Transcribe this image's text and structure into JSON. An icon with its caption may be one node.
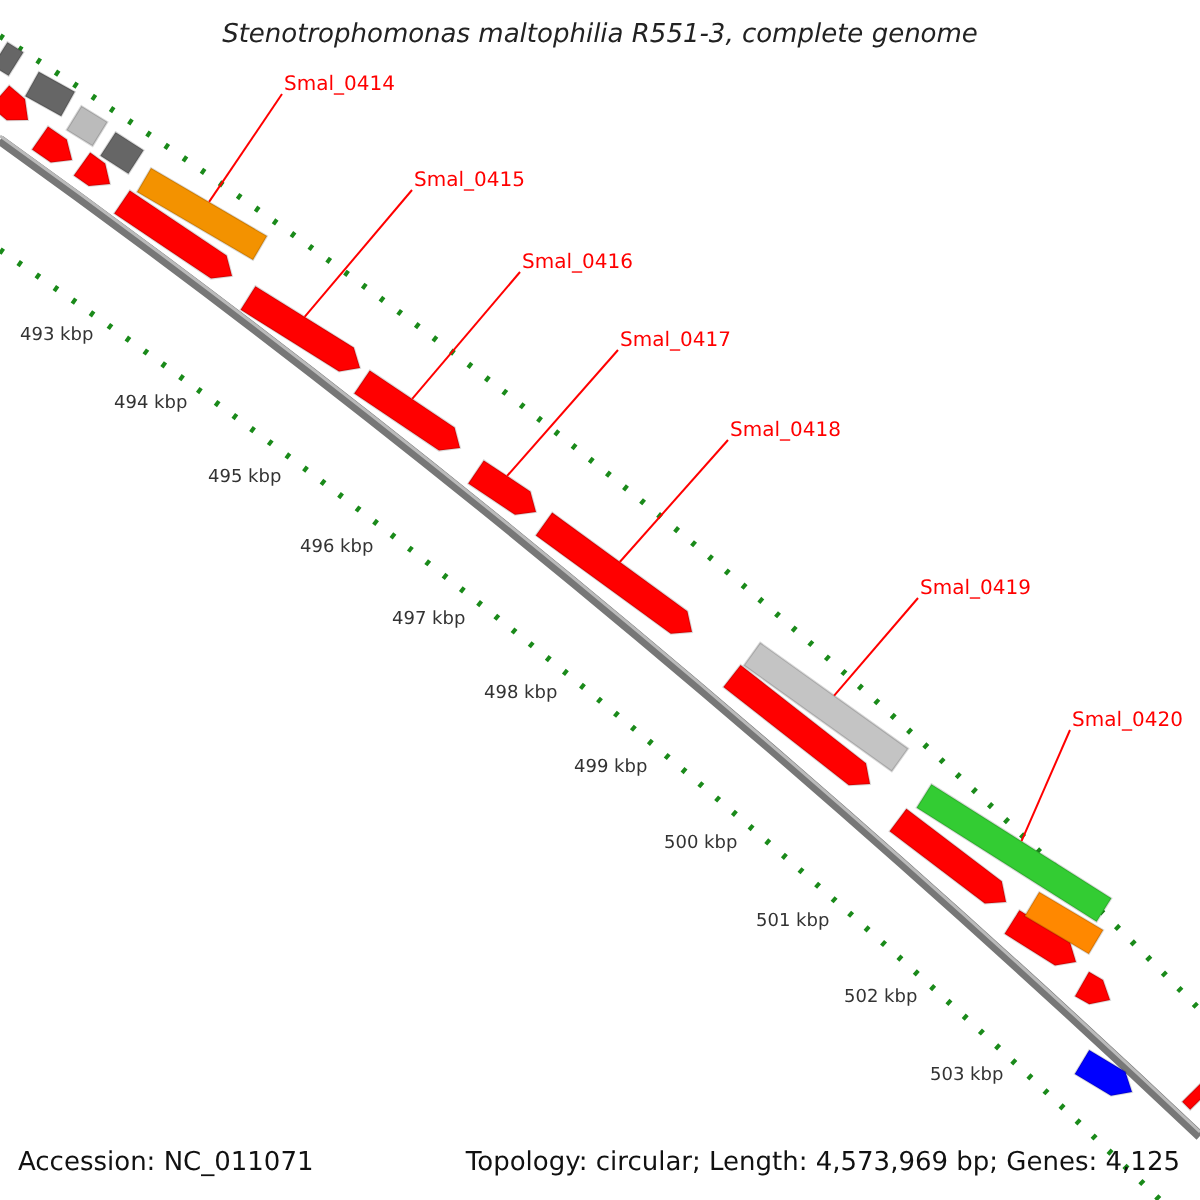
{
  "diagram": {
    "title": "Stenotrophomonas maltophilia R551-3, complete genome",
    "nodes": [
      {
        "text": [
          "Smal_0414"
        ]
      },
      {
        "text": [
          "Smal_0415"
        ]
      },
      {
        "text": [
          "Smal_0416"
        ]
      },
      {
        "text": [
          "Smal_0417"
        ]
      },
      {
        "text": [
          "Smal_0418"
        ]
      },
      {
        "text": [
          "Smal_0419"
        ]
      },
      {
        "text": [
          "Smal_0420"
        ]
      },
      {
        "text": [],
        "shape": "bar"
      },
      {
        "text": [],
        "shape": "bar"
      },
      {
        "text": [],
        "shape": "bar"
      },
      {
        "text": [],
        "shape": "bar"
      },
      {
        "text": [],
        "shape": "bar"
      },
      {
        "text": [],
        "shape": "bar"
      },
      {
        "text": [],
        "shape": "bar"
      },
      {
        "text": [],
        "shape": "bar"
      },
      {
        "text": [],
        "shape": "bar"
      },
      {
        "text": [],
        "shape": "bar"
      },
      {
        "text": [],
        "shape": "bar"
      },
      {
        "text": [],
        "shape": "bar"
      },
      {
        "text": [],
        "shape": "bar"
      },
      {
        "text": [],
        "shape": "bar"
      },
      {
        "text": [],
        "shape": "bar"
      },
      {
        "text": [],
        "shape": "bar"
      },
      {
        "text": [],
        "shape": "bar"
      },
      {
        "text": [],
        "shape": "bar"
      },
      {
        "text": [],
        "shape": "bar"
      },
      {
        "text": [],
        "shape": "bar"
      },
      {
        "text": [],
        "shape": "bar"
      },
      {
        "text": [],
        "shape": "bar"
      }
    ],
    "edges": [
      {
        "from": 0,
        "to": 7,
        "arrow": "none"
      },
      {
        "from": 1,
        "to": 8,
        "arrow": "none"
      },
      {
        "from": 2,
        "to": 9,
        "arrow": "none"
      },
      {
        "from": 3,
        "to": 10,
        "arrow": "none"
      },
      {
        "from": 4,
        "to": 11,
        "arrow": "none"
      },
      {
        "from": 5,
        "to": 12,
        "arrow": "none"
      },
      {
        "from": 6,
        "to": 13,
        "arrow": "none"
      }
    ],
    "labels": [
      "493 kbp",
      "494 kbp",
      "495 kbp",
      "496 kbp",
      "497 kbp",
      "498 kbp",
      "499 kbp",
      "500 kbp",
      "501 kbp",
      "502 kbp",
      "503 kbp",
      "Accession: NC_011071",
      "Topology: circular; Length: 4,573,969 bp; Genes: 4,125"
    ]
  }
}
